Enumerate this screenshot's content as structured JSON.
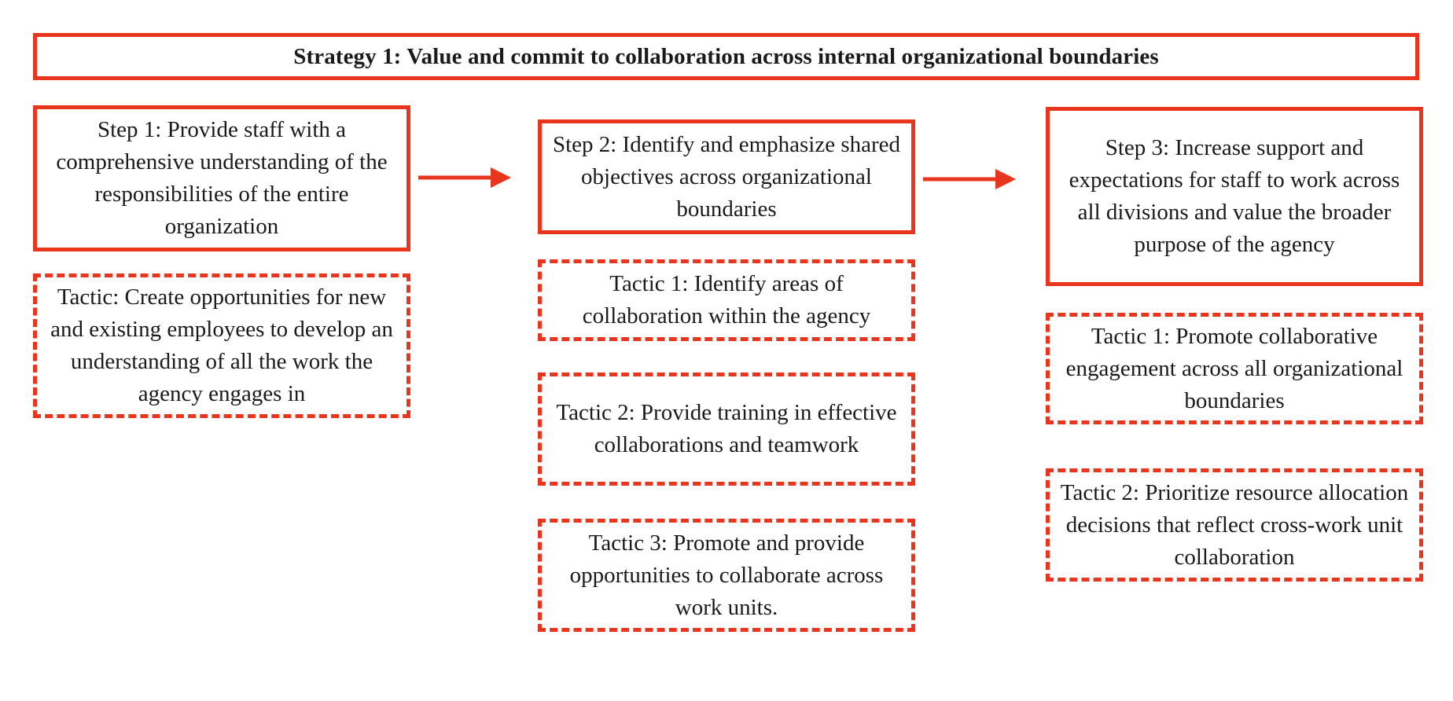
{
  "strategy": {
    "title": "Strategy 1: Value and commit to collaboration across internal organizational boundaries"
  },
  "steps": [
    {
      "label": "Step 1: Provide staff with a comprehensive understanding of the responsibilities of the entire organization",
      "tactics": [
        "Tactic: Create opportunities for new and existing employees to develop an understanding of all the work the agency engages in"
      ]
    },
    {
      "label": "Step 2: Identify and emphasize shared objectives across organizational boundaries",
      "tactics": [
        "Tactic 1: Identify areas of collaboration within the agency",
        "Tactic 2: Provide training in effective collaborations and teamwork",
        "Tactic 3: Promote and provide opportunities to collaborate across work units."
      ]
    },
    {
      "label": "Step 3: Increase support and expectations for staff to work across all divisions and value the broader purpose of the agency",
      "tactics": [
        "Tactic 1: Promote collaborative engagement across all organizational boundaries",
        "Tactic 2: Prioritize resource allocation decisions that reflect cross-work unit collaboration"
      ]
    }
  ],
  "colors": {
    "accent": "#e8361e",
    "text": "#1a1a1a",
    "background": "#ffffff"
  }
}
